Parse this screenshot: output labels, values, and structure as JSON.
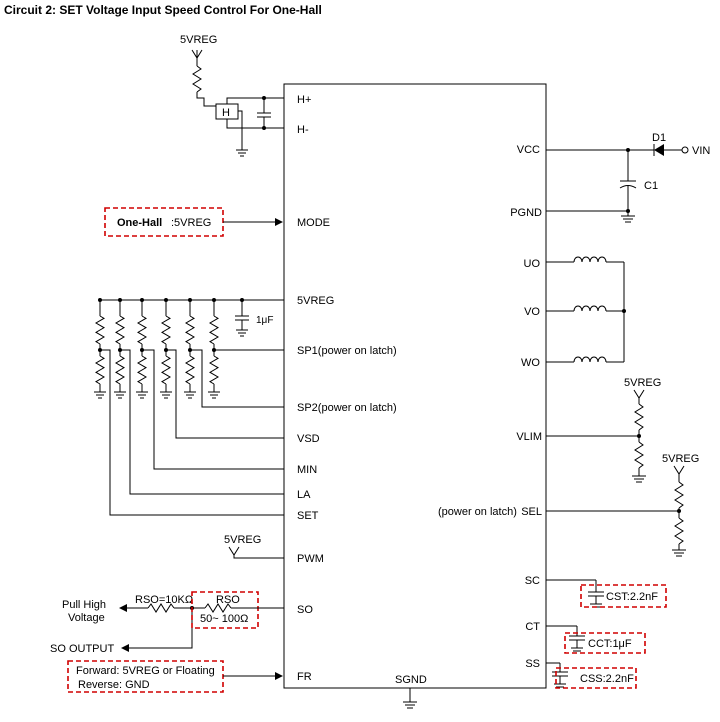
{
  "title": "Circuit 2: SET Voltage Input Speed Control For One-Hall",
  "ic": {
    "left_pins": [
      "H+",
      "H-",
      "MODE",
      "5VREG",
      "SP1(power on latch)",
      "SP2(power on latch)",
      "VSD",
      "MIN",
      "LA",
      "SET",
      "PWM",
      "SO",
      "FR"
    ],
    "right_pins": [
      "VCC",
      "PGND",
      "UO",
      "VO",
      "WO",
      "VLIM",
      "SEL",
      "SC",
      "CT",
      "SS"
    ],
    "bottom_pin": "SGND"
  },
  "labels": {
    "vreg": "5VREG",
    "hall_element": "H",
    "mode_bold": "One-Hall",
    "mode_value": ":5VREG",
    "cap_1uf": "1μF",
    "pull_high_1": "Pull High",
    "pull_high_2": "Voltage",
    "rso_10k": "RSO=10KΩ",
    "rso": "RSO",
    "rso_range": "50~ 100Ω",
    "so_output": "SO OUTPUT",
    "fr_forward": "Forward: 5VREG or Floating",
    "fr_reverse": "Reverse: GND",
    "d1": "D1",
    "vin": "VIN",
    "c1": "C1",
    "sel_note": "(power on latch)",
    "cst": "CST:2.2nF",
    "cct": "CCT:1μF",
    "css": "CSS:2.2nF"
  }
}
